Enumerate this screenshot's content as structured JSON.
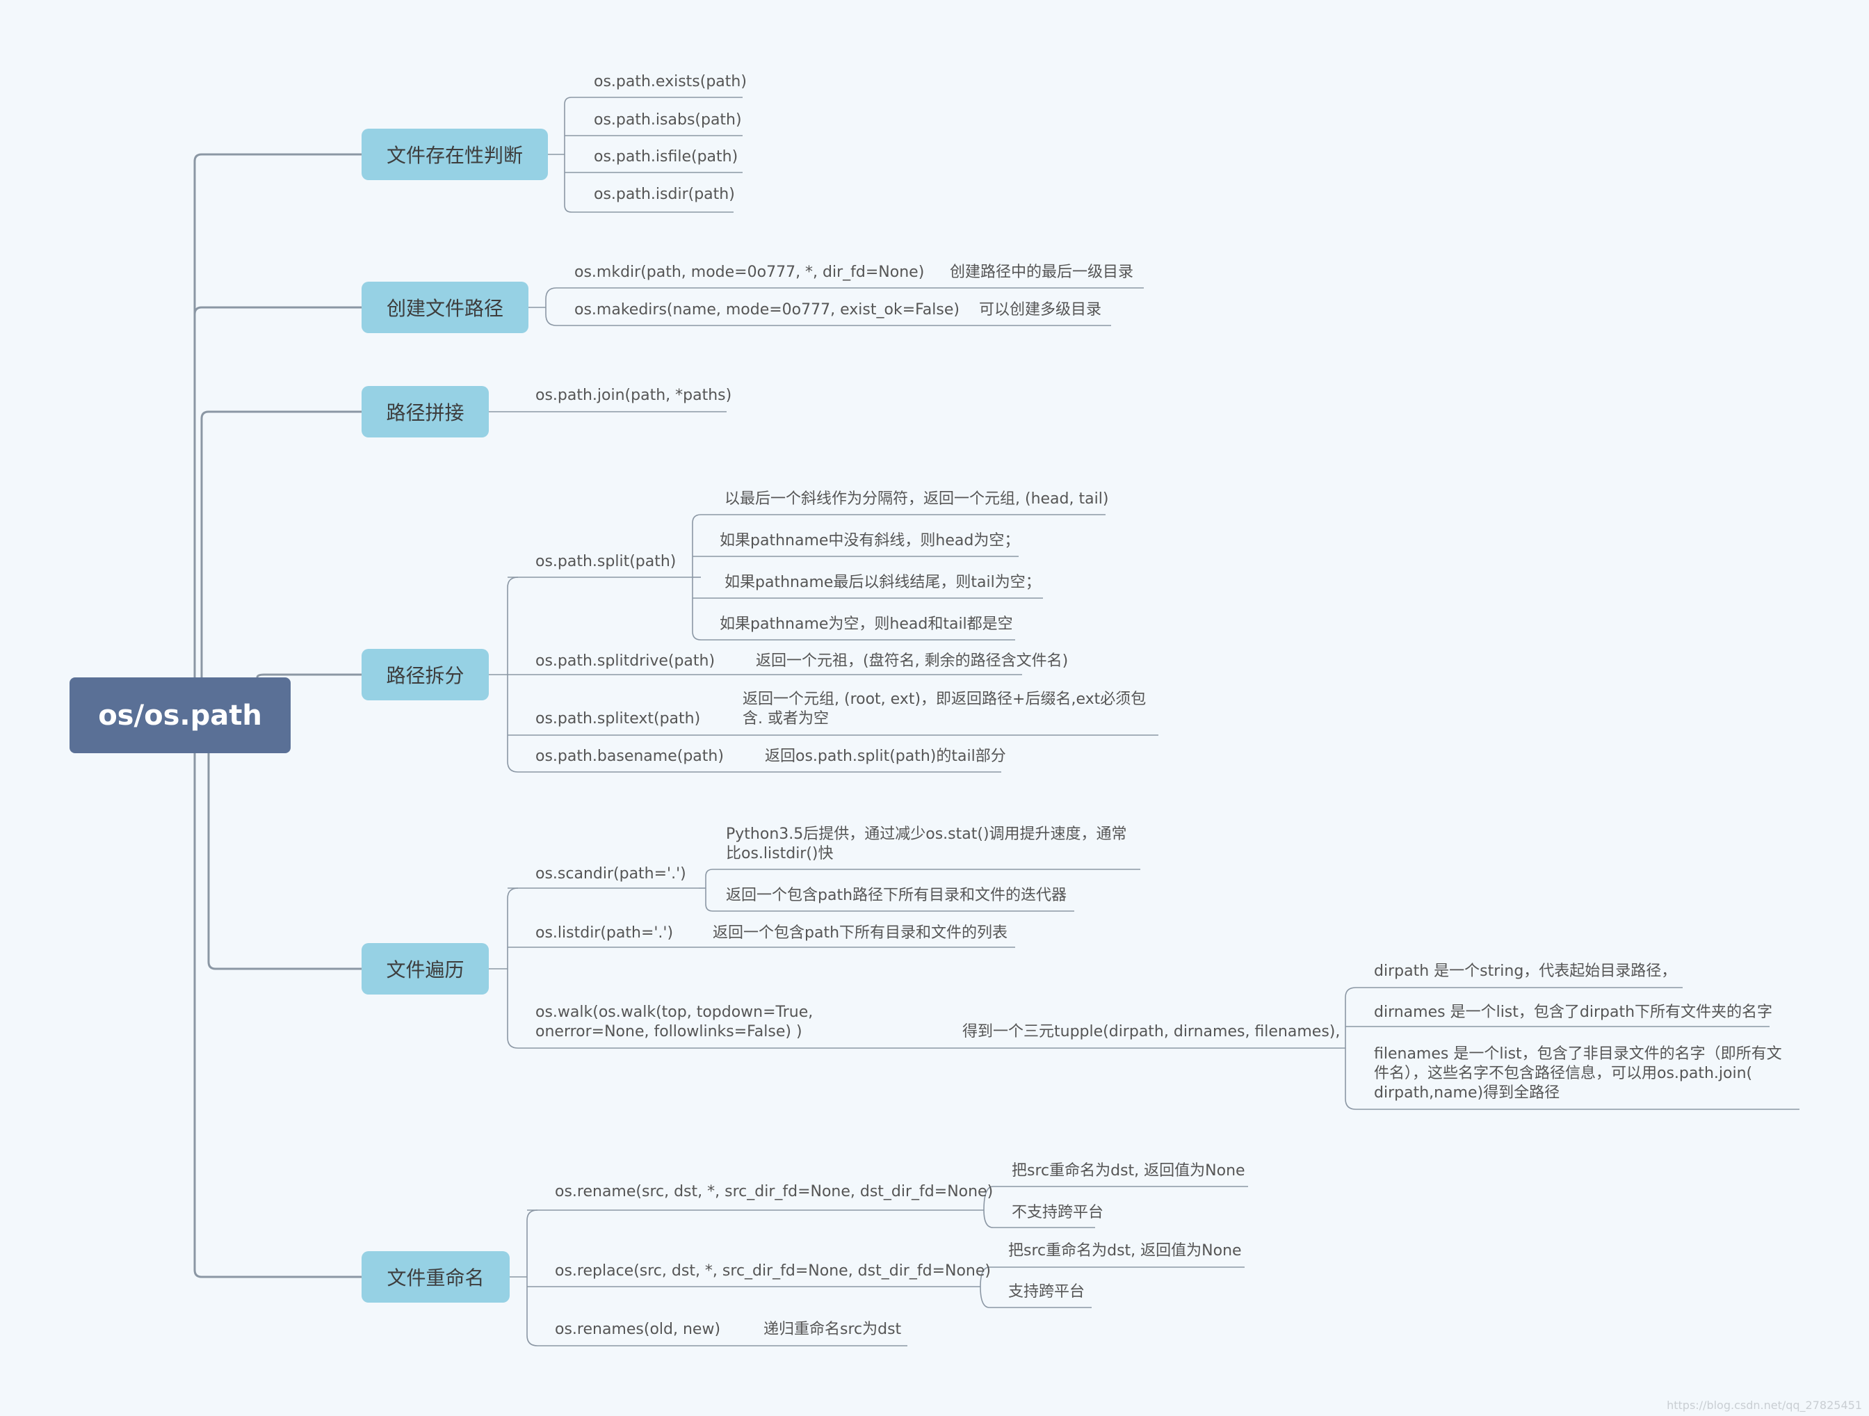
{
  "root": "os/os.path",
  "branches": {
    "exists": "文件存在性判断",
    "mkdir": "创建文件路径",
    "join": "路径拼接",
    "split": "路径拆分",
    "traverse": "文件遍历",
    "rename": "文件重命名"
  },
  "exists": {
    "exists": "os.path.exists(path)",
    "isabs": "os.path.isabs(path)",
    "isfile": "os.path.isfile(path)",
    "isdir": "os.path.isdir(path)"
  },
  "mkdir": {
    "mkdir_fn": "os.mkdir(path, mode=0o777, *, dir_fd=None)",
    "mkdir_desc": "创建路径中的最后一级目录",
    "makedirs_fn": "os.makedirs(name, mode=0o777, exist_ok=False)",
    "makedirs_desc": "可以创建多级目录"
  },
  "join": {
    "fn": "os.path.join(path, *paths)"
  },
  "split": {
    "split_fn": "os.path.split(path)",
    "split_d1": "以最后一个斜线作为分隔符，返回一个元组, (head, tail)",
    "split_d2": "如果pathname中没有斜线，则head为空；",
    "split_d3": "如果pathname最后以斜线结尾，则tail为空；",
    "split_d4": "如果pathname为空，则head和tail都是空",
    "splitdrive_fn": "os.path.splitdrive(path)",
    "splitdrive_desc": "返回一个元祖，(盘符名, 剩余的路径含文件名)",
    "splitext_fn": "os.path.splitext(path)",
    "splitext_desc": "返回一个元组, (root, ext)，即返回路径+后缀名,ext必须包含. 或者为空",
    "basename_fn": "os.path.basename(path)",
    "basename_desc": "返回os.path.split(path)的tail部分"
  },
  "traverse": {
    "scandir_fn": "os.scandir(path='.')",
    "scandir_d1": "Python3.5后提供，通过减少os.stat()调用提升速度，通常比os.listdir()快",
    "scandir_d2": "返回一个包含path路径下所有目录和文件的迭代器",
    "listdir_fn": "os.listdir(path='.')",
    "listdir_desc": "返回一个包含path下所有目录和文件的列表",
    "walk_fn": "os.walk(os.walk(top, topdown=True, onerror=None, followlinks=False) )",
    "walk_desc": "得到一个三元tupple(dirpath, dirnames, filenames),",
    "walk_d1": "dirpath 是一个string，代表起始目录路径，",
    "walk_d2": "dirnames 是一个list，包含了dirpath下所有文件夹的名字",
    "walk_d3": "filenames 是一个list，包含了非目录文件的名字（即所有文件名），这些名字不包含路径信息，可以用os.path.join( dirpath,name)得到全路径"
  },
  "rename": {
    "rename_fn": "os.rename(src, dst, *, src_dir_fd=None, dst_dir_fd=None)",
    "rename_d1": "把src重命名为dst, 返回值为None",
    "rename_d2": "不支持跨平台",
    "replace_fn": "os.replace(src, dst, *, src_dir_fd=None, dst_dir_fd=None)",
    "replace_d1": "把src重命名为dst, 返回值为None",
    "replace_d2": "支持跨平台",
    "renames_fn": "os.renames(old, new)",
    "renames_desc": "递归重命名src为dst"
  },
  "watermark": "https://blog.csdn.net/qq_27825451",
  "colors": {
    "background": "#f3f8fc",
    "root": "#5a7096",
    "branch": "#96d1e4",
    "line": "#8b97a4"
  }
}
